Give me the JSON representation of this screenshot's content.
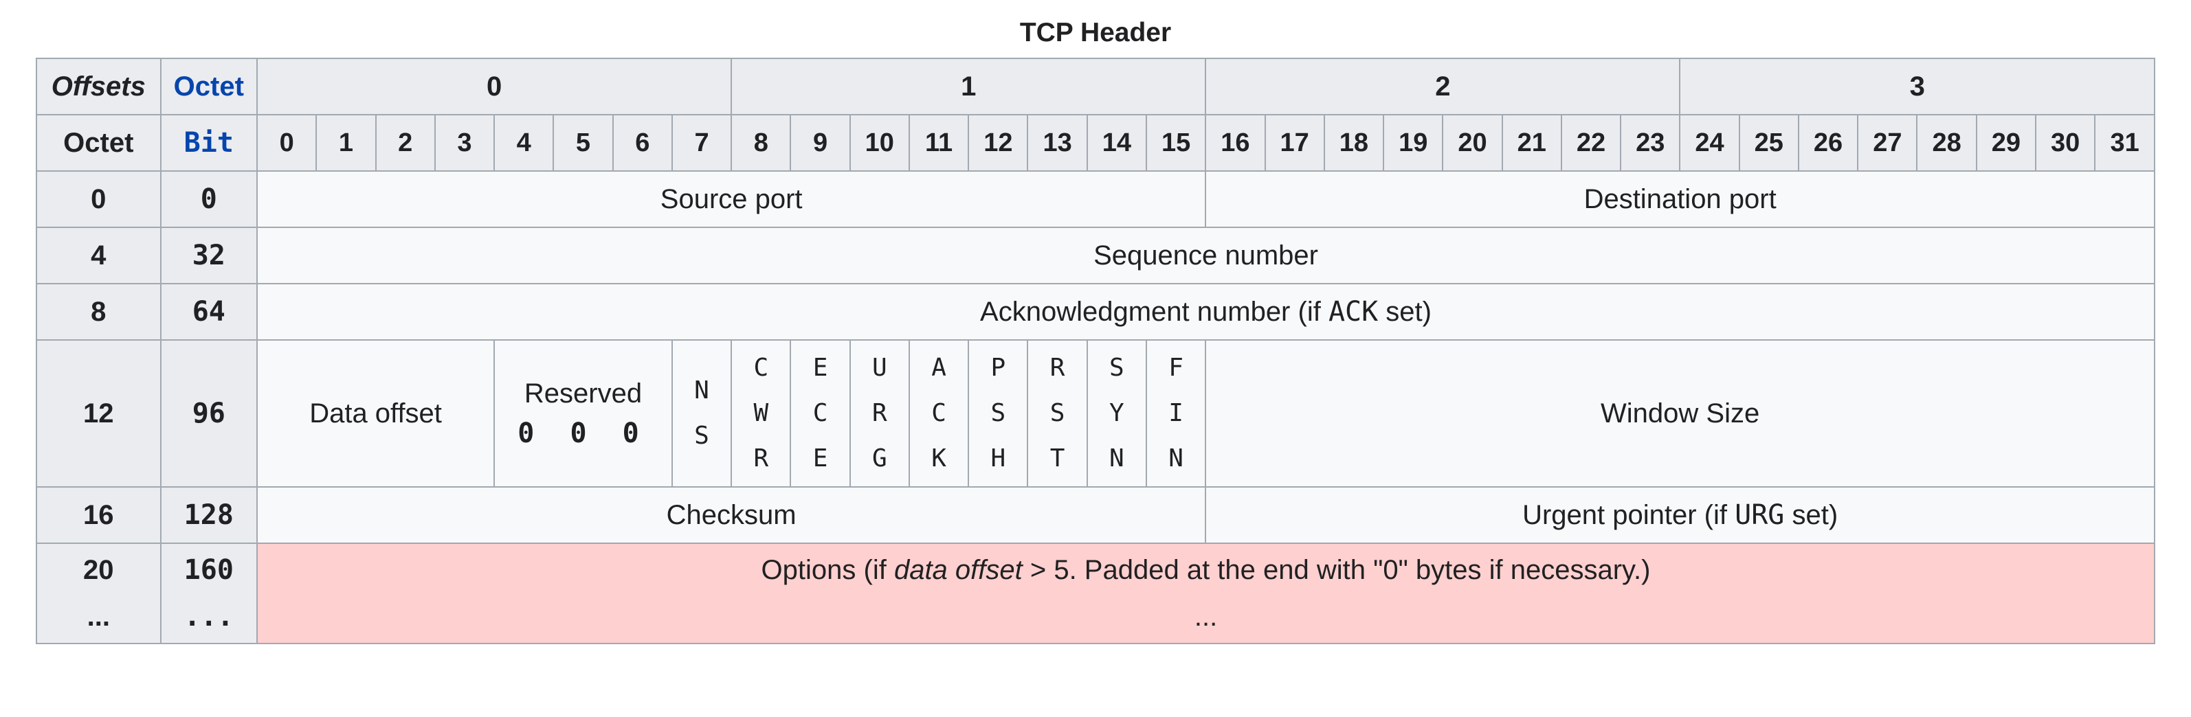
{
  "title": "TCP Header",
  "header": {
    "offsets_label": "Offsets",
    "octet_label": "Octet",
    "octet_row_label": "Octet",
    "bit_label": "Bit",
    "octet_groups": [
      "0",
      "1",
      "2",
      "3"
    ],
    "bits": [
      "0",
      "1",
      "2",
      "3",
      "4",
      "5",
      "6",
      "7",
      "8",
      "9",
      "10",
      "11",
      "12",
      "13",
      "14",
      "15",
      "16",
      "17",
      "18",
      "19",
      "20",
      "21",
      "22",
      "23",
      "24",
      "25",
      "26",
      "27",
      "28",
      "29",
      "30",
      "31"
    ]
  },
  "rows": [
    {
      "octet": "0",
      "bit": "0"
    },
    {
      "octet": "4",
      "bit": "32"
    },
    {
      "octet": "8",
      "bit": "64"
    },
    {
      "octet": "12",
      "bit": "96"
    },
    {
      "octet": "16",
      "bit": "128"
    },
    {
      "octet": "20",
      "bit": "160",
      "octet_more": "...",
      "bit_more": "..."
    }
  ],
  "fields": {
    "source_port": "Source port",
    "destination_port": "Destination port",
    "sequence_number": "Sequence number",
    "ack_number_prefix": "Acknowledgment number (if ",
    "ack_number_code": "ACK",
    "ack_number_suffix": " set)",
    "data_offset": "Data offset",
    "reserved": "Reserved",
    "reserved_bits": "0 0 0",
    "window_size": "Window Size",
    "checksum": "Checksum",
    "urgent_prefix": "Urgent pointer (if ",
    "urgent_code": "URG",
    "urgent_suffix": " set)",
    "options_prefix": "Options (if ",
    "options_italic": "data offset",
    "options_suffix": " > 5. Padded at the end with \"0\" bytes if necessary.)",
    "options_more": "..."
  },
  "flags": [
    {
      "letters": [
        "N",
        "S"
      ]
    },
    {
      "letters": [
        "C",
        "W",
        "R"
      ]
    },
    {
      "letters": [
        "E",
        "C",
        "E"
      ]
    },
    {
      "letters": [
        "U",
        "R",
        "G"
      ]
    },
    {
      "letters": [
        "A",
        "C",
        "K"
      ]
    },
    {
      "letters": [
        "P",
        "S",
        "H"
      ]
    },
    {
      "letters": [
        "R",
        "S",
        "T"
      ]
    },
    {
      "letters": [
        "S",
        "Y",
        "N"
      ]
    },
    {
      "letters": [
        "F",
        "I",
        "N"
      ]
    }
  ],
  "colors": {
    "header_bg": "#eaecf0",
    "cell_bg": "#f8f9fa",
    "border": "#a2a9b1",
    "link_blue": "#0645ad",
    "options_bg": "#ffd0d0"
  }
}
